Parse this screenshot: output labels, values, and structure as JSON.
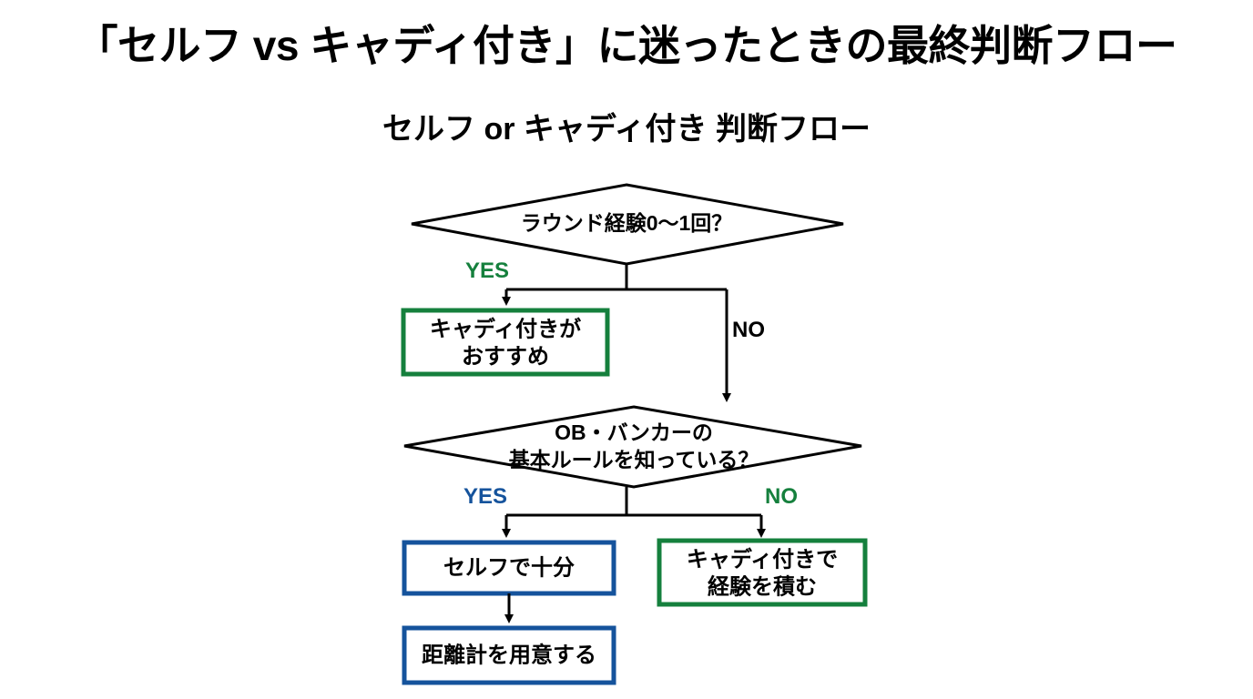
{
  "slide": {
    "title": "「セルフ vs キャディ付き」に迷ったときの最終判断フロー",
    "subtitle": "セルフ or キャディ付き 判断フロー",
    "background_color": "#ffffff"
  },
  "colors": {
    "green": "#15803d",
    "blue": "#15539c",
    "black": "#000000",
    "white": "#ffffff"
  },
  "flow": {
    "decision1": {
      "text": "ラウンド経験0〜1回？",
      "shape": "diamond"
    },
    "decision1_yes_label": "YES",
    "decision1_yes_color": "#15803d",
    "decision1_no_label": "NO",
    "decision1_no_color": "#000000",
    "outcome_caddie_recommend": {
      "line1": "キャディ付きが",
      "line2": "おすすめ",
      "shape": "box",
      "border_color": "#15803d"
    },
    "decision2": {
      "line1": "OB・バンカーの",
      "line2": "基本ルールを知っている？",
      "shape": "diamond"
    },
    "decision2_yes_label": "YES",
    "decision2_yes_color": "#15539c",
    "decision2_no_label": "NO",
    "decision2_no_color": "#15803d",
    "outcome_self_enough": {
      "line1": "セルフで十分",
      "shape": "box",
      "border_color": "#15539c"
    },
    "outcome_caddie_experience": {
      "line1": "キャディ付きで",
      "line2": "経験を積む",
      "shape": "box",
      "border_color": "#15803d"
    },
    "outcome_rangefinder": {
      "line1": "距離計を用意する",
      "shape": "box",
      "border_color": "#15539c"
    }
  }
}
